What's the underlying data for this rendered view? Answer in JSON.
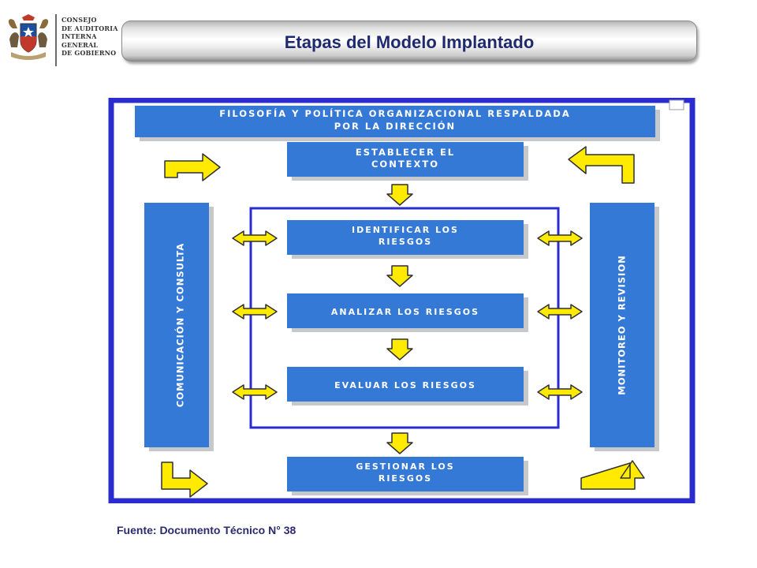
{
  "header": {
    "org_lines": [
      "CONSEJO",
      "DE AUDITORIA",
      "INTERNA",
      "GENERAL",
      "DE GOBIERNO"
    ],
    "title": "Etapas del Modelo Implantado"
  },
  "diagram": {
    "policy": [
      "FILOSOFÍA Y POLÍTICA ORGANIZACIONAL RESPALDADA",
      "POR LA DIRECCIÓN"
    ],
    "context": [
      "ESTABLECER EL",
      "CONTEXTO"
    ],
    "identify": [
      "IDENTIFICAR LOS",
      "RIESGOS"
    ],
    "analyze": "ANALIZAR LOS RIESGOS",
    "evaluate": "EVALUAR LOS RIESGOS",
    "treat": [
      "GESTIONAR LOS",
      "RIESGOS"
    ],
    "communication": "COMUNICACIÓN Y CONSULTA",
    "monitoring": "MONITOREO Y REVISION",
    "colors": {
      "frame": "#2a2ccf",
      "box": "#3579d6",
      "box_shadow": "#c7c8cc",
      "box_text": "#ffffff",
      "arrow": "#ffea00",
      "arrow_outline": "#2f2f3a"
    }
  },
  "footer": {
    "source": "Fuente: Documento Técnico N° 38"
  }
}
